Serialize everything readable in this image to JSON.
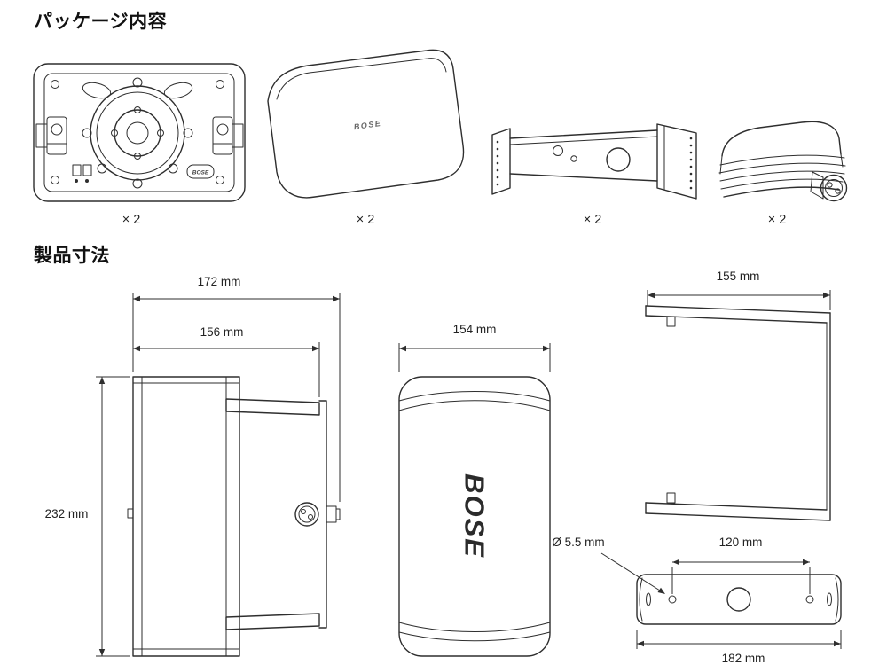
{
  "page": {
    "package_section_title": "パッケージ内容",
    "dimensions_section_title": "製品寸法"
  },
  "package_items": [
    {
      "name": "speaker-rear-view",
      "quantity": "× 2"
    },
    {
      "name": "grille-cover",
      "quantity": "× 2"
    },
    {
      "name": "mounting-bracket",
      "quantity": "× 2"
    },
    {
      "name": "junction-box-cover",
      "quantity": "× 2"
    }
  ],
  "brand": {
    "logo_text": "BOSE",
    "grille_logo_text": "BOSE",
    "badge_text": "BOSE"
  },
  "dimensions": {
    "side_view": {
      "overall_depth": "172 mm",
      "body_depth": "156 mm",
      "height": "232 mm"
    },
    "front_view": {
      "width": "154 mm"
    },
    "bracket_view": {
      "width": "155 mm"
    },
    "plate_view": {
      "hole_diameter": "Ø 5.5 mm",
      "hole_spacing": "120 mm",
      "overall_width": "182 mm"
    }
  }
}
